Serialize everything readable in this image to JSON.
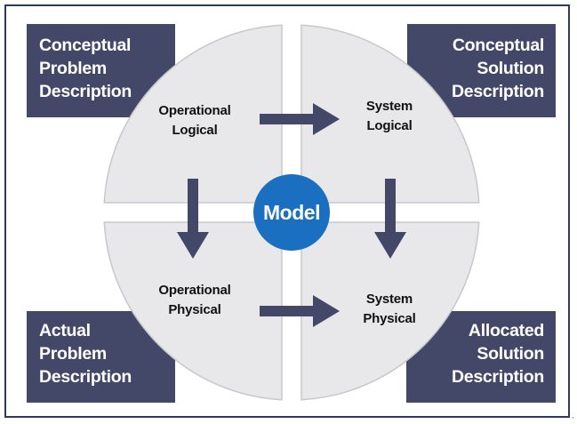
{
  "diagram": {
    "center_label": "Model",
    "corner_boxes": {
      "top_left": [
        "Conceptual",
        "Problem",
        "Description"
      ],
      "top_right": [
        "Conceptual",
        "Solution",
        "Description"
      ],
      "bottom_left": [
        "Actual",
        "Problem",
        "Description"
      ],
      "bottom_right": [
        "Allocated",
        "Solution",
        "Description"
      ]
    },
    "quadrants": {
      "top_left": [
        "Operational",
        "Logical"
      ],
      "top_right": [
        "System",
        "Logical"
      ],
      "bottom_left": [
        "Operational",
        "Physical"
      ],
      "bottom_right": [
        "System",
        "Physical"
      ]
    },
    "arrows": [
      {
        "from": "Operational Logical",
        "to": "System Logical",
        "direction": "right"
      },
      {
        "from": "Operational Physical",
        "to": "System Physical",
        "direction": "right"
      },
      {
        "from": "Operational Logical",
        "to": "Operational Physical",
        "direction": "down"
      },
      {
        "from": "System Logical",
        "to": "System Physical",
        "direction": "down"
      }
    ],
    "colors": {
      "box_fill": "#434869",
      "quadrant_fill": "#e8e8ea",
      "quadrant_stroke": "#c8c8cc",
      "arrow_fill": "#434869",
      "model_fill": "#1a6fc0",
      "frame_border": "#2b3a63"
    },
    "trailing_mark": ","
  }
}
